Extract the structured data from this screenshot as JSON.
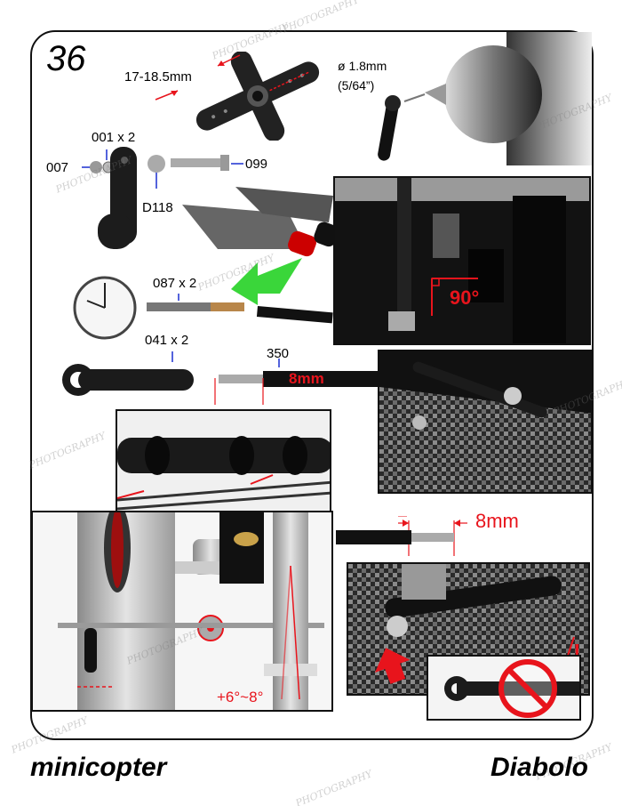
{
  "step": {
    "number": "36"
  },
  "labels": {
    "servo_arm_length": "17-18.5mm",
    "drill_diameter": "ø 1.8mm",
    "drill_diameter_inch": "(5/64”)",
    "part_001": "001 x 2",
    "part_007": "007",
    "part_099": "099",
    "part_d118": "D118",
    "part_087": "087 x 2",
    "part_041": "041 x 2",
    "part_350": "350",
    "rod_length_top": "8mm",
    "angle_90": "90°",
    "thread_length": "8mm",
    "tilt_angle": "+6°~8°"
  },
  "footer": {
    "brand_left": "minicopter",
    "brand_right": "Diabolo"
  },
  "watermark": {
    "text": "PHOTOGRAPHY"
  },
  "colors": {
    "accent_red": "#e8141c",
    "arrow_green": "#3ad63a",
    "leader_blue": "#1a2fd0"
  }
}
